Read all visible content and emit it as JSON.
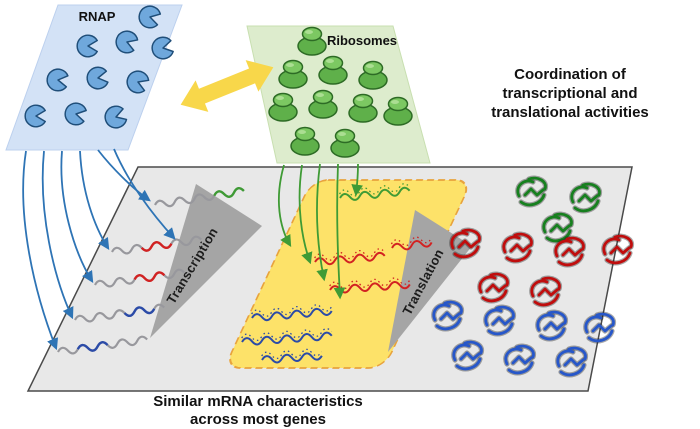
{
  "header": {
    "coordination_lines": [
      "Coordination of",
      "transcriptional and",
      "translational activities"
    ]
  },
  "panels": {
    "rnap": {
      "label": "RNAP",
      "icon_name": "rnap-icon",
      "icon_count": 10,
      "panel_fill": "#d3e2f6",
      "icon_fill": "#6fa8dc"
    },
    "ribosomes": {
      "label": "Ribosomes",
      "icon_name": "ribosome-icon",
      "icon_count": 10,
      "panel_fill": "#ddeccd",
      "icon_fill": "#5fb04a"
    }
  },
  "exchange_arrow": {
    "name": "bidirectional-exchange-arrow",
    "fill": "#f8d74a"
  },
  "plane": {
    "fill": "#e8e8e8",
    "stroke": "#4a4a4a",
    "mrna_zone": {
      "fill": "#fde269",
      "border": "#e8a33d",
      "border_style": "dashed"
    }
  },
  "process": {
    "transcription_label": "Transcription",
    "translation_label": "Translation",
    "arrow_fill": "#a5a5a5"
  },
  "flows": {
    "rnap_to_dna": {
      "color": "#2e74b5",
      "count": 6
    },
    "ribosomes_to_mrna": {
      "color": "#3f9b35",
      "count": 5
    }
  },
  "molecules": {
    "dna_strand_count": 5,
    "dna_color": "#98989d",
    "dna_segment_colors": [
      "#3f9b35",
      "#d22222",
      "#2b4ba8"
    ],
    "mrna_count": 7,
    "mrna_colors": [
      "#3f9b35",
      "#d22222",
      "#2b4ba8"
    ],
    "proteins": [
      {
        "color": "#17801f",
        "count": 3
      },
      {
        "color": "#c00d0d",
        "count": 6
      },
      {
        "color": "#2757c9",
        "count": 7
      }
    ]
  },
  "caption": {
    "lines": [
      "Similar mRNA characteristics",
      "across most genes"
    ]
  }
}
